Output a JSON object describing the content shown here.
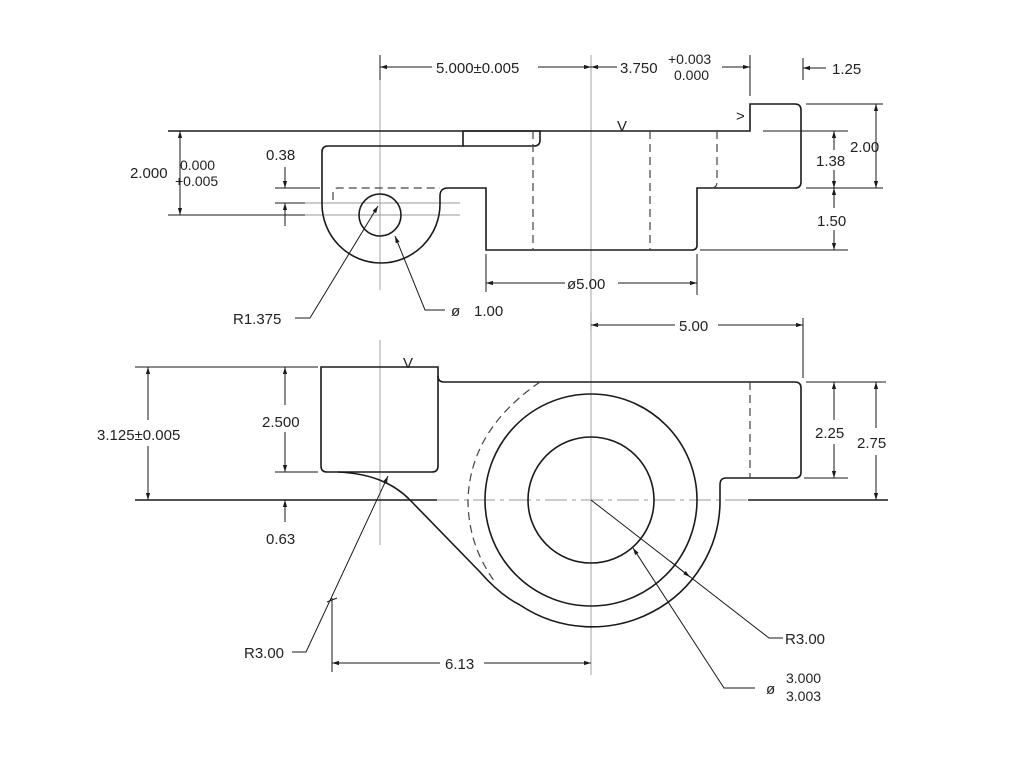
{
  "drawing": {
    "top_view": {
      "dim_center_distance": "5.000±0.005",
      "dim_bore_depth_main": "3.750",
      "dim_bore_depth_tol_upper": "+0.003",
      "dim_bore_depth_tol_lower": "0.000",
      "dim_tab_width": "1.25",
      "dim_total_height": "2.00",
      "dim_upper_height": "1.38",
      "dim_boss_height": "1.50",
      "dim_boss_diameter": "ø5.00",
      "dim_left_height_main": "2.000",
      "dim_left_height_tol_upper": "0.000",
      "dim_left_height_tol_lower": "+0.005",
      "dim_offset": "0.38",
      "label_lobe_radius": "R1.375",
      "label_hole_symbol": "ø",
      "label_hole_diameter": "1.00",
      "surface_mark_1": "V",
      "surface_mark_2": ">"
    },
    "front_view": {
      "dim_right_offset": "5.00",
      "dim_block_height_total": "3.125±0.005",
      "dim_block_height": "2.500",
      "dim_bottom_offset": "0.63",
      "dim_arm_height": "2.25",
      "dim_arm_total": "2.75",
      "label_fillet_radius": "R3.00",
      "dim_fillet_center": "6.13",
      "label_outer_radius": "R3.00",
      "label_bore_symbol": "ø",
      "label_bore_upper": "3.000",
      "label_bore_lower": "3.003",
      "surface_mark": "V"
    }
  }
}
